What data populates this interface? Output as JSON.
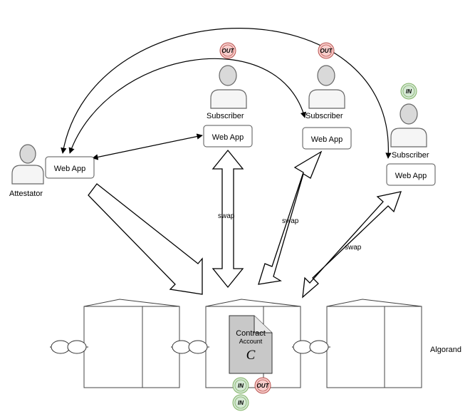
{
  "roles": {
    "attestator": "Attestator",
    "subscriber": "Subscriber"
  },
  "web_app_label": "Web App",
  "swap_label": "swap",
  "contract": {
    "line1": "Contract",
    "line2": "Account",
    "symbol": "C"
  },
  "network_label": "Algorand",
  "badges": {
    "out": "OUT",
    "in": "IN"
  },
  "colors": {
    "out_fill": "#f8cecc",
    "out_stroke": "#b85450",
    "in_fill": "#d5e8d4",
    "in_stroke": "#82b366",
    "person_body": "#f5f5f5",
    "person_head": "#d9d9d9"
  }
}
